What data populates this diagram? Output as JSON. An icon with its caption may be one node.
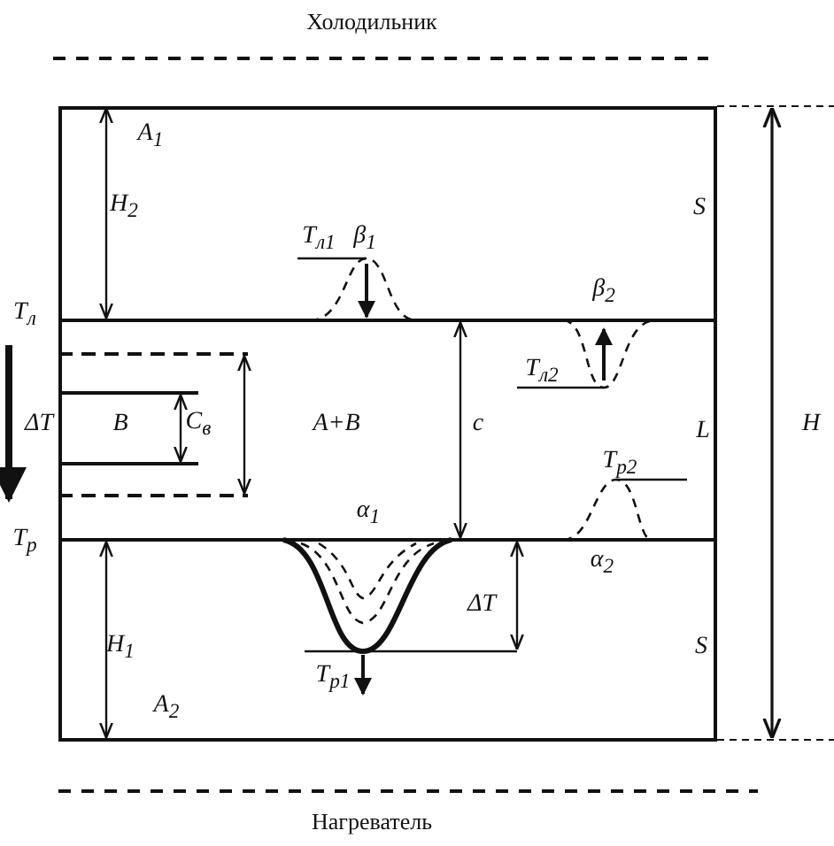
{
  "diagram": {
    "labels": [
      "Холодильник",
      "A$_{1}$",
      "H$_{2}$",
      "S",
      "T$_{л1}$",
      "β$_{1}$",
      "T$_{л}$",
      "β$_{2}$",
      "ΔT",
      "B",
      "C$_{в}$",
      "A+B",
      "c",
      "T$_{л2}$",
      "L",
      "T$_{p2}$",
      "H",
      "T$_{p}$",
      "α$_{1}$",
      "α$_{2}$",
      "ΔT",
      "H$_{1}$",
      "S",
      "T$_{p1}$",
      "A$_{2}$",
      "Нагреватель"
    ]
  }
}
